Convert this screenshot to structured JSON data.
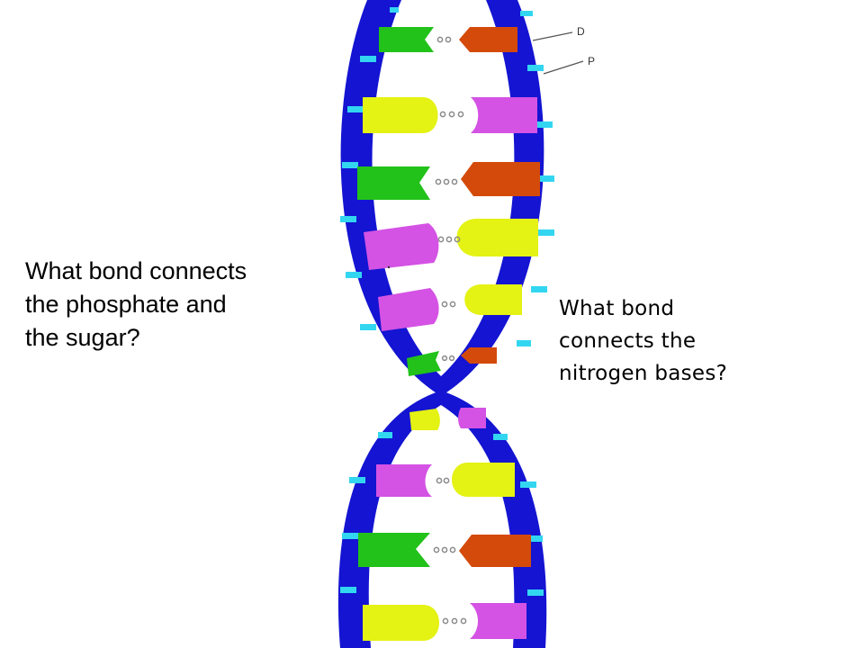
{
  "questions": {
    "left": "What bond connects\nthe phosphate and\nthe sugar?",
    "right": "What bond\nconnects the\nnitrogen bases?"
  },
  "labels": {
    "d": "D",
    "p": "P"
  },
  "colors": {
    "backbone": "#1414d2",
    "phosphate": "#33d6f0",
    "green_base": "#22c21a",
    "orange_base": "#d44a0a",
    "yellow_base": "#e4f214",
    "magenta_base": "#d452e4",
    "hydrogen_bond": "#8a8a8a"
  },
  "icons": {
    "diagram": "dna-double-helix-icon"
  }
}
